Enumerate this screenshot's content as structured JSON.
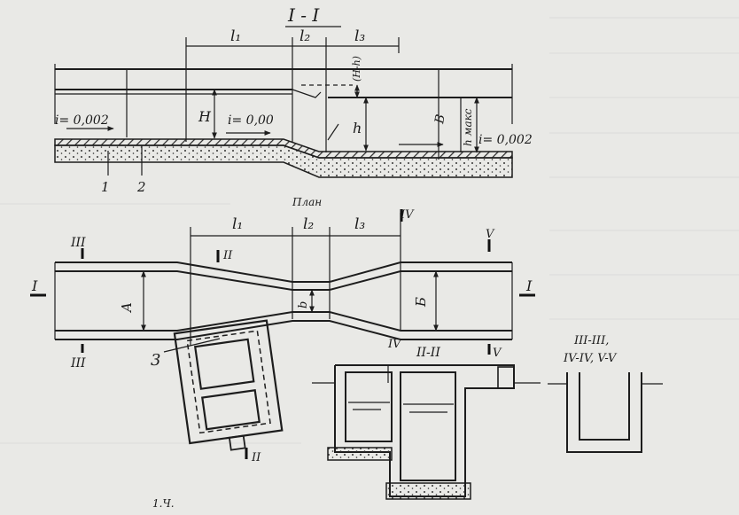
{
  "colors": {
    "paper": "#e9e9e6",
    "ink": "#1d1d1d",
    "hatch": "#2a2a2a",
    "water": "#555"
  },
  "section_title": "I - I",
  "section": {
    "dims": {
      "l1": "l₁",
      "l2": "l₂",
      "l3": "l₃"
    },
    "slope_in": "i= 0,002",
    "slope_mid": "i= 0,00",
    "slope_out": "i= 0,002",
    "depth_H": "H",
    "depth_h": "h",
    "depth_diff": "(H-h)",
    "depth_B": "B",
    "depth_hmax": "h макс",
    "callout_1": "1",
    "callout_2": "2"
  },
  "plan": {
    "title": "План",
    "dims": {
      "l1": "l₁",
      "l2": "l₂",
      "l3": "l₃"
    },
    "cut_III_top": "III",
    "cut_III_bottom": "III",
    "cut_II_top": "II",
    "cut_II_bottom": "II",
    "cut_IV_top": "IV",
    "cut_IV_bottom": "IV",
    "cut_V_top": "V",
    "cut_V_bottom": "V",
    "cut_I_left": "I",
    "cut_I_right": "I",
    "width_A": "A",
    "width_b": "b",
    "width_B": "Б",
    "callout_3": "3"
  },
  "detail_II": {
    "title": "II-II"
  },
  "detail_III": {
    "title_line1": "III-III,",
    "title_line2": "IV-IV,  V-V"
  },
  "corner_mark": "1.Ч."
}
